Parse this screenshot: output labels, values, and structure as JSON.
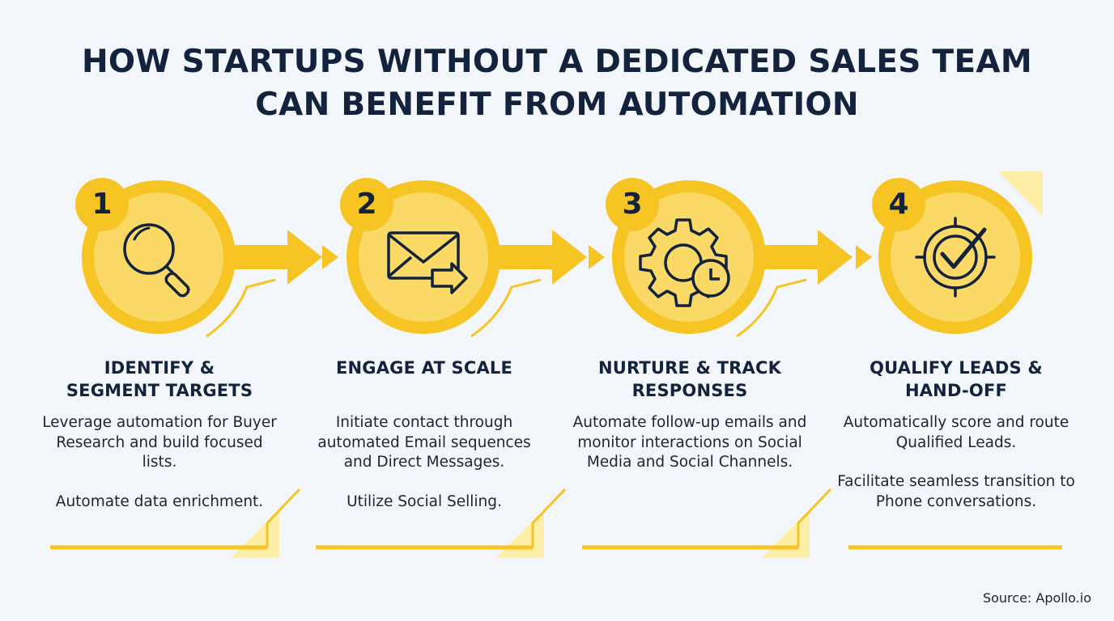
{
  "title": {
    "line1": "HOW STARTUPS WITHOUT A DEDICATED SALES TEAM",
    "line2": "CAN BENEFIT FROM AUTOMATION"
  },
  "colors": {
    "accent": "#f6c523",
    "accent_light": "#fbd967",
    "accent_pale": "#fdeea8",
    "text_dark": "#13223d",
    "background": "#f3f6fa"
  },
  "steps": [
    {
      "number": "1",
      "icon": "magnifying-glass-icon",
      "heading": [
        "IDENTIFY &",
        "SEGMENT TARGETS"
      ],
      "body": [
        "Leverage automation for Buyer Research and build focused lists.",
        "Automate data enrichment."
      ]
    },
    {
      "number": "2",
      "icon": "envelope-arrow-icon",
      "heading": [
        "ENGAGE AT SCALE"
      ],
      "body": [
        "Initiate contact through automated Email sequences and Direct Messages.",
        "Utilize Social Selling."
      ]
    },
    {
      "number": "3",
      "icon": "gear-clock-icon",
      "heading": [
        "NURTURE & TRACK",
        "RESPONSES"
      ],
      "body": [
        "Automate follow-up emails and monitor interactions on Social Media and Social Channels."
      ]
    },
    {
      "number": "4",
      "icon": "target-check-icon",
      "heading": [
        "QUALIFY LEADS &",
        "HAND-OFF"
      ],
      "body": [
        "Automatically score and route Qualified Leads.",
        "Facilitate seamless transition to Phone conversations."
      ]
    }
  ],
  "source": "Source: Apollo.io"
}
